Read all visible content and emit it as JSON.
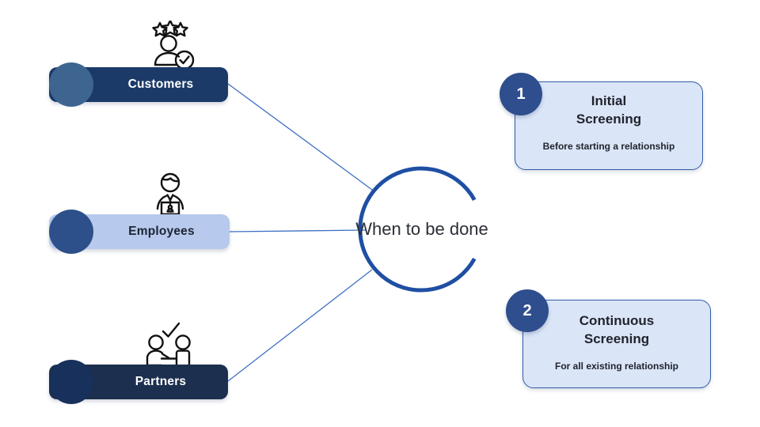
{
  "diagram": {
    "hub": {
      "label": "When to\nbe done",
      "arc_color": "#1f4fa3"
    },
    "categories": [
      {
        "label": "Customers",
        "icon": "customer-rating-icon",
        "bar_color": "#1b3a68",
        "knob_color": "#3d6590",
        "text_color": "#ffffff"
      },
      {
        "label": "Employees",
        "icon": "employee-laptop-icon",
        "bar_color": "#b7c9ed",
        "knob_color": "#2d4f8a",
        "text_color": "#1d2433"
      },
      {
        "label": "Partners",
        "icon": "partners-handshake-icon",
        "bar_color": "#1c2f4e",
        "knob_color": "#17305c",
        "text_color": "#ffffff"
      }
    ],
    "steps": [
      {
        "number": "1",
        "title": "Initial\nScreening",
        "subtitle": "Before starting a relationship",
        "card_color": "#dbe5f8",
        "border_color": "#2e5aa8",
        "badge_color": "#2e4e8e"
      },
      {
        "number": "2",
        "title": "Continuous\nScreening",
        "subtitle": "For all existing relationship",
        "card_color": "#dbe5f8",
        "border_color": "#2e5aa8",
        "badge_color": "#2e4e8e"
      }
    ],
    "connector_color": "#3f6fc4"
  }
}
